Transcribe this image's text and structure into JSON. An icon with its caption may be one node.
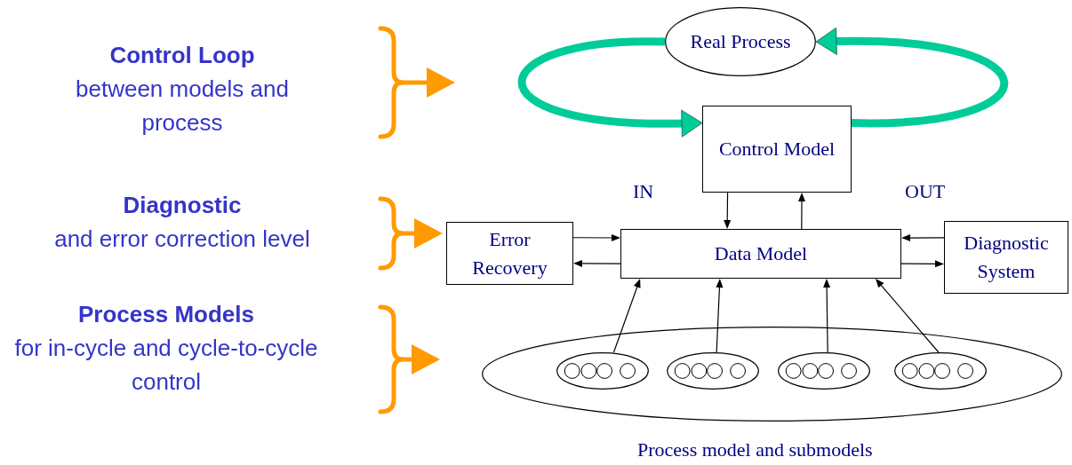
{
  "diagram": {
    "nodes": [
      {
        "text": [
          "Real Process"
        ]
      },
      {
        "text": [
          "Control Model"
        ]
      },
      {
        "text": [
          "Error Recovery"
        ]
      },
      {
        "text": [
          "Data Model"
        ]
      },
      {
        "text": [
          "Diagnostic System"
        ]
      },
      {
        "text": [],
        "shape": "ellipse",
        "beside": [
          "Process model and submodels"
        ]
      },
      {
        "text": [],
        "shape": "ellipse",
        "in": 5
      },
      {
        "text": [],
        "shape": "ellipse",
        "in": 5
      },
      {
        "text": [],
        "shape": "ellipse",
        "in": 5
      },
      {
        "text": [],
        "shape": "ellipse",
        "in": 5
      }
    ],
    "edges": [
      {
        "from": 0,
        "to": 1,
        "arrow": "to",
        "style": "thick",
        "color": "#00cc99"
      },
      {
        "from": 1,
        "to": 0,
        "arrow": "to",
        "style": "thick",
        "color": "#00cc99"
      },
      {
        "from": 1,
        "to": 3,
        "arrow": "to"
      },
      {
        "from": 3,
        "to": 1,
        "arrow": "to"
      },
      {
        "from": 2,
        "to": 3,
        "arrow": "to"
      },
      {
        "from": 3,
        "to": 2,
        "arrow": "to"
      },
      {
        "from": 4,
        "to": 3,
        "arrow": "to"
      },
      {
        "from": 3,
        "to": 4,
        "arrow": "to"
      },
      {
        "from": 6,
        "to": 3,
        "arrow": "to"
      },
      {
        "from": 7,
        "to": 3,
        "arrow": "to"
      },
      {
        "from": 8,
        "to": 3,
        "arrow": "to"
      },
      {
        "from": 9,
        "to": 3,
        "arrow": "to"
      }
    ],
    "labels": [
      "Control Loop",
      "between models and process",
      "Diagnostic",
      "and error correction level",
      "Process Models",
      "for in-cycle and cycle-to-cycle control",
      "IN",
      "OUT"
    ]
  }
}
